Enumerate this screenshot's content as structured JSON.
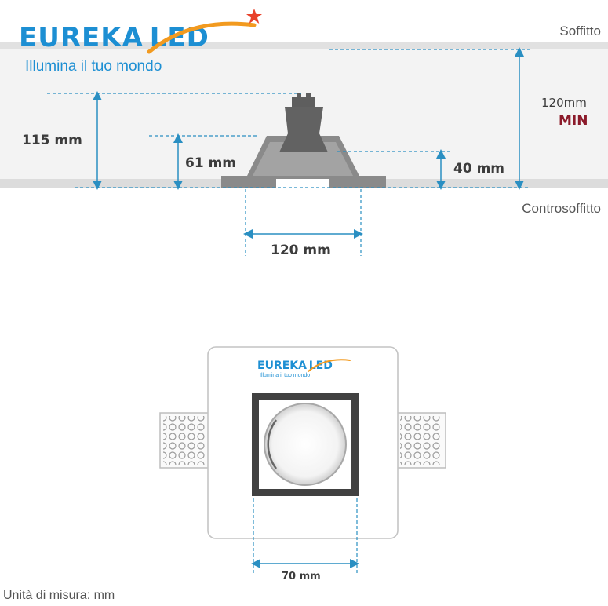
{
  "colors": {
    "brand_blue": "#1d8fd3",
    "brand_orange": "#f29a1f",
    "star_red": "#e8412a",
    "min_red": "#8b1a2a",
    "dim_line": "#2a8fc2",
    "ceiling_band": "#e2e2e2",
    "body_gray": "#6b6b6b"
  },
  "logo": {
    "brand_left": "EUREKA",
    "brand_right": "LED",
    "slogan": "Illumina il tuo mondo"
  },
  "labels": {
    "soffitto": "Soffitto",
    "controsoffitto": "Controsoffitto",
    "clearance_value": "120mm",
    "clearance_min": "MIN",
    "dim_115": "115 mm",
    "dim_61": "61 mm",
    "dim_40": "40 mm",
    "dim_120_width": "120 mm",
    "dim_70": "70 mm",
    "units_note": "Unità di misura: mm"
  },
  "icons": {
    "logo_star": "star-icon",
    "gu10_lamp": "lamp-icon"
  }
}
